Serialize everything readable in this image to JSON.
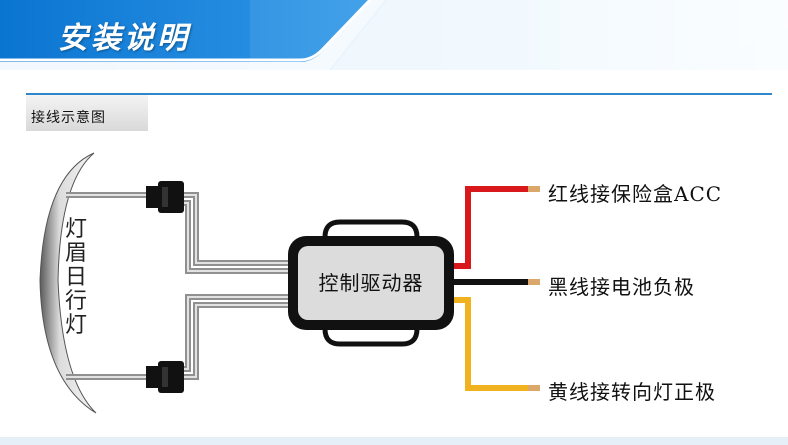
{
  "header": {
    "title": "安装说明"
  },
  "section": {
    "label": "接线示意图"
  },
  "diagram": {
    "lamp_label": "灯眉日行灯",
    "driver_label": "控制驱动器",
    "wires": [
      {
        "label": "红线接保险盒ACC",
        "color": "#d8181a"
      },
      {
        "label": "黑线接电池负极",
        "color": "#111111"
      },
      {
        "label": "黄线接转向灯正极",
        "color": "#f0b21e"
      }
    ]
  },
  "colors": {
    "banner_blue": "#0a7fd6",
    "divider_blue": "#2f86c9",
    "cable_grey": "#a9a9a9"
  }
}
